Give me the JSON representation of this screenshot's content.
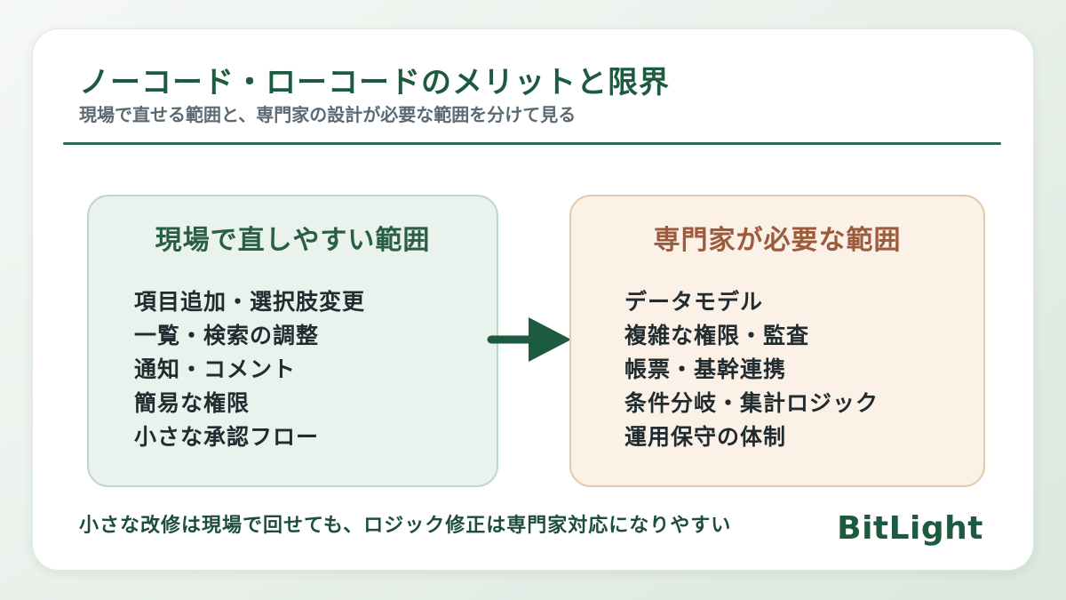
{
  "page": {
    "title": "ノーコード・ローコードのメリットと限界",
    "subtitle": "現場で直せる範囲と、専門家の設計が必要な範囲を分けて見る",
    "footer_note": "小さな改修は現場で回せても、ロジック修正は専門家対応になりやすい",
    "brand": "BitLight"
  },
  "boxes": [
    {
      "title": "現場で直しやすい範囲",
      "items": [
        "項目追加・選択肢変更",
        "一覧・検索の調整",
        "通知・コメント",
        "簡易な権限",
        "小さな承認フロー"
      ]
    },
    {
      "title": "専門家が必要な範囲",
      "items": [
        "データモデル",
        "複雑な権限・監査",
        "帳票・基幹連携",
        "条件分岐・集計ロジック",
        "運用保守の体制"
      ]
    }
  ],
  "icons": {
    "flow_arrow": "arrow-right-icon"
  },
  "colors": {
    "accent_green": "#1d5b40",
    "accent_brown": "#9c5b3c",
    "divider_green": "#2e6b50",
    "onsite_box_bg": "#e9f2ec",
    "onsite_box_border": "#bdd8c7",
    "expert_box_bg": "#fbf1e6",
    "expert_box_border": "#e5c9ae",
    "item_text": "#202c30",
    "subtitle_text": "#5b6a72",
    "footer_text": "#1e4e3b",
    "card_bg": "#ffffff",
    "page_bg_start": "#f5f8f5",
    "page_bg_end": "#dbe7df"
  }
}
